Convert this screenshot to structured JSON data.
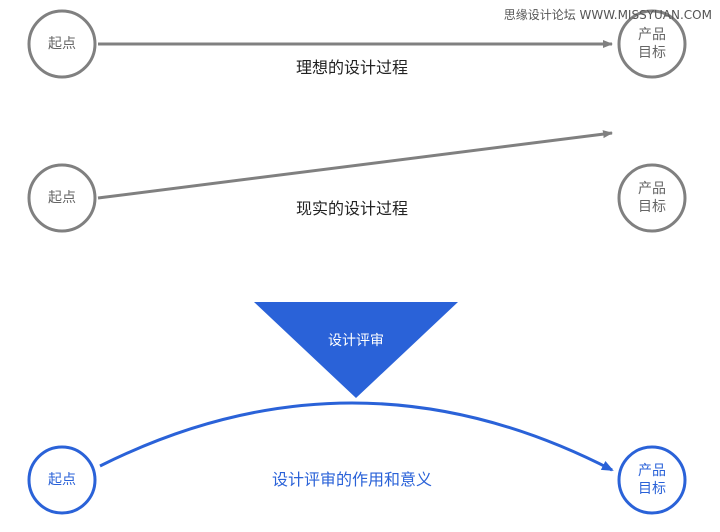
{
  "watermark": "思缘设计论坛  WWW.MISSYUAN.COM",
  "ideal": {
    "start_label": "起点",
    "goal_line1": "产品",
    "goal_line2": "目标",
    "caption": "理想的设计过程"
  },
  "reality": {
    "start_label": "起点",
    "goal_line1": "产品",
    "goal_line2": "目标",
    "caption": "现实的设计过程"
  },
  "review": {
    "triangle_label": "设计评审",
    "start_label": "起点",
    "goal_line1": "产品",
    "goal_line2": "目标",
    "caption": "设计评审的作用和意义"
  },
  "colors": {
    "gray": "#808080",
    "blue": "#2a62d8"
  }
}
